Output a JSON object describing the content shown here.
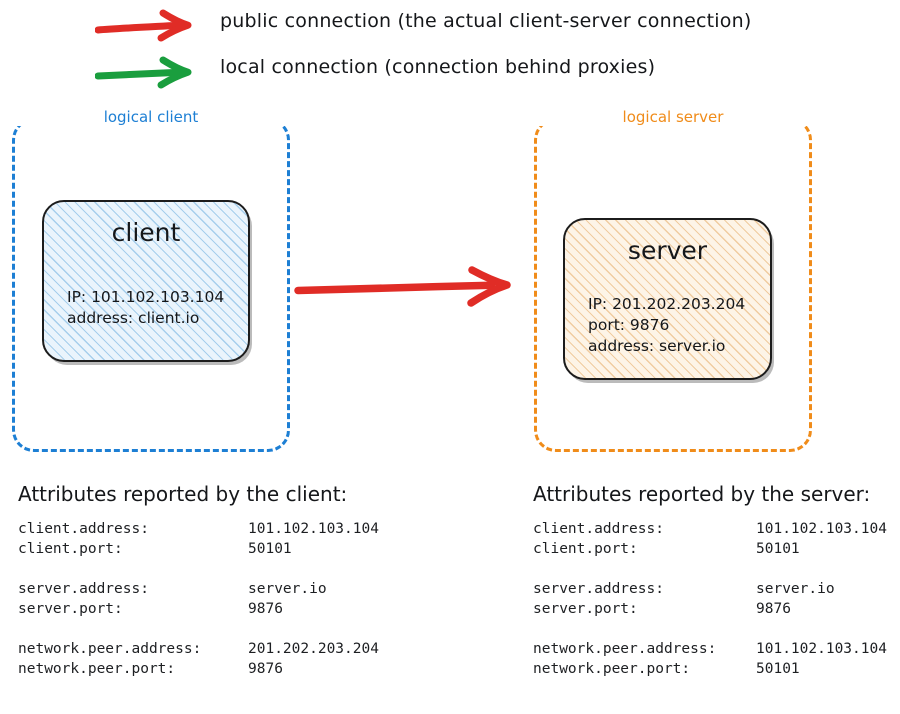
{
  "legend": {
    "items": [
      {
        "icon": "red-arrow-icon",
        "color": "#e02c26",
        "label": "public connection (the actual client-server connection)"
      },
      {
        "icon": "green-arrow-icon",
        "color": "#1a9e3e",
        "label": "local connection (connection behind proxies)"
      }
    ]
  },
  "diagram": {
    "client_group": {
      "label": "logical client",
      "color": "#1d7fd4",
      "node": {
        "title": "client",
        "details": [
          "IP: 101.102.103.104",
          "address: client.io"
        ],
        "fill": "#eaf4fc"
      }
    },
    "server_group": {
      "label": "logical server",
      "color": "#f08c1a",
      "node": {
        "title": "server",
        "details": [
          "IP: 201.202.203.204",
          "port: 9876",
          "address: server.io"
        ],
        "fill": "#fdf4e7"
      }
    },
    "connection_arrow": {
      "icon": "red-arrow-icon",
      "color": "#e02c26",
      "direction": "client-to-server"
    }
  },
  "attributes": {
    "client_panel": {
      "heading": "Attributes reported by the client:",
      "groups": [
        [
          {
            "key": "client.address:",
            "value": "101.102.103.104"
          },
          {
            "key": "client.port:",
            "value": "50101"
          }
        ],
        [
          {
            "key": "server.address:",
            "value": "server.io"
          },
          {
            "key": "server.port:",
            "value": "9876"
          }
        ],
        [
          {
            "key": "network.peer.address:",
            "value": "201.202.203.204"
          },
          {
            "key": "network.peer.port:",
            "value": "9876"
          }
        ]
      ]
    },
    "server_panel": {
      "heading": "Attributes reported by the server:",
      "groups": [
        [
          {
            "key": "client.address:",
            "value": "101.102.103.104"
          },
          {
            "key": "client.port:",
            "value": "50101"
          }
        ],
        [
          {
            "key": "server.address:",
            "value": "server.io"
          },
          {
            "key": "server.port:",
            "value": "9876"
          }
        ],
        [
          {
            "key": "network.peer.address:",
            "value": "101.102.103.104"
          },
          {
            "key": "network.peer.port:",
            "value": "50101"
          }
        ]
      ]
    }
  }
}
